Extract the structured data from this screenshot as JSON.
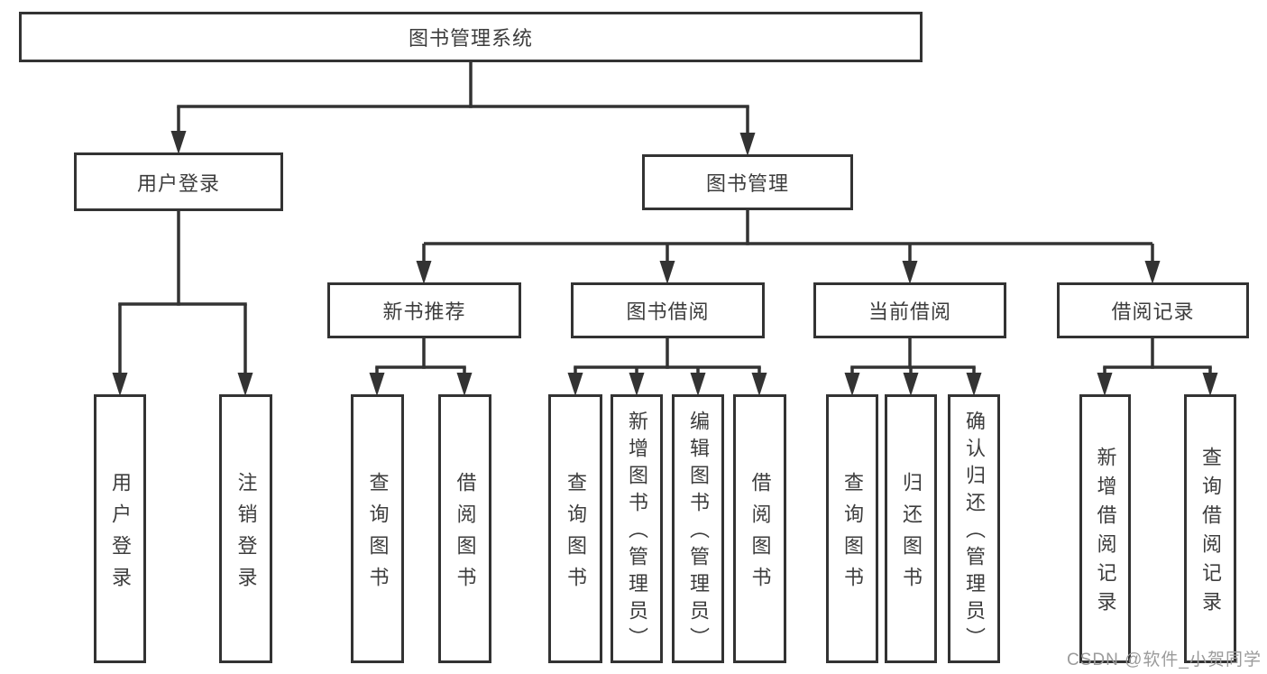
{
  "diagram_type": "functional-structure-tree",
  "watermark": "CSDN @软件_小贺同学",
  "colors": {
    "line": "#333333",
    "box_border": "#333333",
    "text": "#3d3d3d",
    "watermark": "#9b9b9b",
    "background": "#ffffff"
  },
  "hierarchy": {
    "label": "图书管理系统",
    "children": [
      {
        "label": "用户登录",
        "children": [
          {
            "label": "用户登录"
          },
          {
            "label": "注销登录"
          }
        ]
      },
      {
        "label": "图书管理",
        "children": [
          {
            "label": "新书推荐",
            "children": [
              {
                "label": "查询图书"
              },
              {
                "label": "借阅图书"
              }
            ]
          },
          {
            "label": "图书借阅",
            "children": [
              {
                "label": "查询图书"
              },
              {
                "label": "新增图书（管理员）"
              },
              {
                "label": "编辑图书（管理员）"
              },
              {
                "label": "借阅图书"
              }
            ]
          },
          {
            "label": "当前借阅",
            "children": [
              {
                "label": "查询图书"
              },
              {
                "label": "归还图书"
              },
              {
                "label": "确认归还（管理员）"
              }
            ]
          },
          {
            "label": "借阅记录",
            "children": [
              {
                "label": "新增借阅记录"
              },
              {
                "label": "查询借阅记录"
              }
            ]
          }
        ]
      }
    ]
  }
}
